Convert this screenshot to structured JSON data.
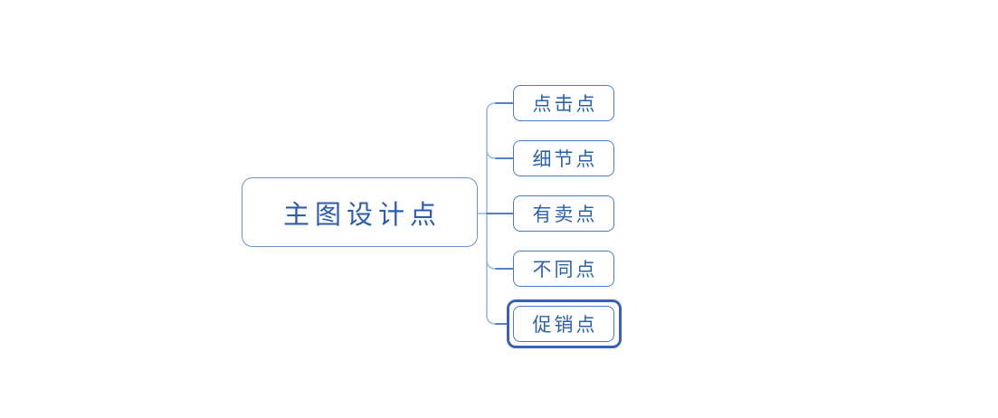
{
  "diagram": {
    "type": "mindmap",
    "background_color": "#ffffff",
    "root": {
      "label": "主图设计点"
    },
    "children": [
      {
        "label": "点击点",
        "selected": false
      },
      {
        "label": "细节点",
        "selected": false
      },
      {
        "label": "有卖点",
        "selected": false
      },
      {
        "label": "不同点",
        "selected": false
      },
      {
        "label": "促销点",
        "selected": true
      }
    ],
    "colors": {
      "root_border": "#6b94cf",
      "child_border": "#4d7cc2",
      "text": "#2d61ad",
      "root_text": "#2b5cb0",
      "connector_light": "#9db9de",
      "connector_dark": "#3e6fba",
      "selection_ring": "#3a62b4"
    }
  }
}
